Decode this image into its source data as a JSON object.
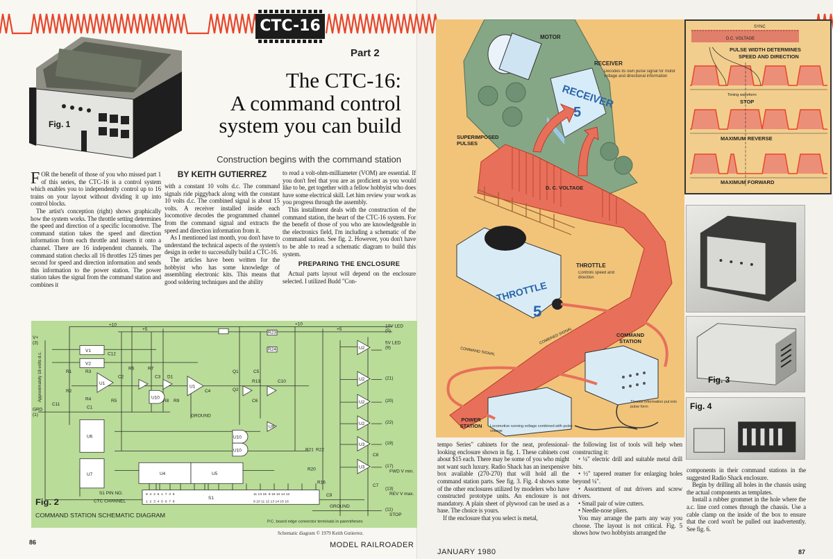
{
  "header": {
    "badge": "CTC-16",
    "part": "Part 2"
  },
  "title": {
    "line1": "The CTC-16:",
    "line2": "A command control",
    "line3": "system you can build"
  },
  "deck": "Construction begins with the command station",
  "fig1_label": "Fig. 1",
  "byline": "BY KEITH GUTIERREZ",
  "left_col1": {
    "dropcap": "F",
    "p1": "OR the benefit of those of you who missed part 1 of this series, the CTC-16 is a control system which enables you to independently control up to 16 trains on your layout without dividing it up into control blocks.",
    "p2": "The artist's conception (right) shows graphically how the system works. The throttle setting determines the speed and direction of a specific locomotive. The command station takes the speed and direction information from each throttle and inserts it onto a channel. There are 16 independent channels. The command station checks all 16 throttles 125 times per second for speed and direction information and sends this information to the power station. The power station takes the signal from the command station and combines it"
  },
  "left_col2": {
    "p1": "with a constant 10 volts d.c. The command signals ride piggyback along with the constant 10 volts d.c. The combined signal is about 15 volts. A receiver installed inside each locomotive decodes the programmed channel from the command signal and extracts the speed and direction information from it.",
    "p2": "As I mentioned last month, you don't have to understand the technical aspects of the system's design in order to successfully build a CTC-16.",
    "p3": "The articles have been written for the hobbyist who has some knowledge of assembling electronic kits. This means that good soldering techniques and the ability"
  },
  "left_col3": {
    "p1": "to read a volt-ohm-milliameter (VOM) are essential. If you don't feel that you are as proficient as you would like to be, get together with a fellow hobbyist who does have some electrical skill. Let him review your work as you progress through the assembly.",
    "p2": "This installment deals with the construction of the command station, the heart of the CTC-16 system. For the benefit of those of you who are knowledgeable in the electronics field, I'm including a schematic of the command station. See fig. 2. However, you don't have to be able to read a schematic diagram to build this system.",
    "heading": "PREPARING THE ENCLOSURE",
    "p3": "Actual parts layout will depend on the enclosure selected. I utilized Budd \"Con-"
  },
  "schematic": {
    "fig_label": "Fig. 2",
    "caption": "COMMAND STATION SCHEMATIC DIAGRAM",
    "note": "P.C. board edge connector terminals in parentheses",
    "vplus": "V+",
    "vplus_pin": "(3)",
    "grd": "GRD",
    "grd_pin": "(1)",
    "supply": "Approximately 18-volts d.c.",
    "plus10": "+10",
    "plus5": "+5",
    "ground": "GROUND",
    "parts": {
      "v1": "V1",
      "v2": "V2",
      "c12": "C12",
      "r1": "R1",
      "r2": "R2",
      "r3": "R3",
      "r4": "R4",
      "u1": "U1",
      "c1": "C1",
      "c11": "C11",
      "c2": "C2",
      "r5": "R5",
      "r6": "R6",
      "r7": "R7",
      "u10": "U10",
      "c3": "C3",
      "d1": "D1",
      "r8": "R8",
      "r9": "R9",
      "u6": "U6",
      "u7": "U7",
      "u4": "U4",
      "u5": "U5",
      "s1": "S1",
      "q1": "Q1",
      "q2": "Q2",
      "c4": "C4",
      "c5": "C5",
      "c6": "C6",
      "r13": "R13",
      "c10": "C10",
      "u9": "U9",
      "u2": "U2",
      "u3": "U3",
      "r23": "R23",
      "r24": "R24",
      "c8": "C8",
      "c7": "C7",
      "c9": "C9",
      "r20": "R20",
      "r16": "R16",
      "r21": "R21",
      "r22": "R22"
    },
    "outputs": [
      {
        "pin": "(5)",
        "label": "10V LED"
      },
      {
        "pin": "(9)",
        "label": "5V LED"
      },
      {
        "pin": "(21)",
        "label": ""
      },
      {
        "pin": "(20)",
        "label": ""
      },
      {
        "pin": "(22)",
        "label": ""
      },
      {
        "pin": "(19)",
        "label": ""
      },
      {
        "pin": "(17)",
        "label": "FWD V min."
      },
      {
        "pin": "(13)",
        "label": "REV V max."
      },
      {
        "pin": "(11)",
        "label": "STOP"
      }
    ],
    "s1_pin_label": "S1 PIN NO.",
    "ctc_channel_label": "CTC CHANNEL",
    "s1_pins_a": "8  4  2  6  1  7  3  5",
    "s1_pins_b": "11 13 15  9 16 10 14 12",
    "channels_a": "1  2  3  4  5  6  7  8",
    "channels_b": "9 10 11 12 13 14 15 16"
  },
  "schematic_credit": "Schematic diagram © 1979 Keith Gutierrez.",
  "left_footer": {
    "page": "86",
    "magazine": "MODEL RAILROADER"
  },
  "illustration": {
    "motor": "MOTOR",
    "receiver": "RECEIVER",
    "receiver_desc": "Decodes its own pulse signal for motor voltage and directional information",
    "receiver_box": "RECEIVER",
    "receiver_num": "5",
    "pulses": "SUPERIMPOSED PULSES",
    "dc_voltage": "D. C. VOLTAGE",
    "throttle": "THROTTLE",
    "throttle_desc": "Controls speed and direction",
    "throttle_box": "THROTTLE",
    "throttle_num": "5",
    "combined": "COMBINED SIGNAL",
    "command_signal": "COMMAND SIGNAL",
    "command_station": "COMMAND STATION",
    "command_desc": "Throttle information put into pulse form",
    "power_station": "POWER STATION",
    "power_desc": "Locomotive running voltage combined with pulse voltage"
  },
  "waveform": {
    "sync": "SYNC",
    "dc": "D.C. VOLTAGE",
    "title1": "PULSE WIDTH DETERMINES",
    "title2": "SPEED AND DIRECTION",
    "timing": "Timing waveform",
    "stop": "STOP",
    "reverse": "MAXIMUM REVERSE",
    "forward": "MAXIMUM FORWARD"
  },
  "fig3_label": "Fig. 3",
  "fig4_label": "Fig. 4",
  "right_col1": {
    "p1": "tempo Series\" cabinets for the neat, professional-looking enclosure shown in fig. 1. These cabinets cost about $15 each. There may be some of you who might not want such luxury. Radio Shack has an inexpensive box available (270-270) that will hold all the command station parts. See fig. 3. Fig. 4 shows some of the other enclosures utilized by modelers who have constructed prototype units. An enclosure is not mandatory. A plain sheet of plywood can be used as a base. The choice is yours.",
    "p2": "If the enclosure that you select is metal,"
  },
  "right_col2": {
    "p1": "the following list of tools will help when constructing it:",
    "bullets": [
      "• ¼\" electric drill and suitable metal drill bits.",
      "• ½\" tapered reamer for enlarging holes beyond ¼\".",
      "• Assortment of nut drivers and screw drivers.",
      "• Small pair of wire cutters.",
      "• Needle-nose pliers."
    ],
    "p2": "You may arrange the parts any way you choose. The layout is not critical. Fig. 5 shows how two hobbyists arranged the"
  },
  "right_col3": {
    "p1": "components in their command stations in the suggested Radio Shack enclosure.",
    "p2": "Begin by drilling all holes in the chassis using the actual components as templates.",
    "p3": "Install a rubber grommet in the hole where the a.c. line cord comes through the chassis. Use a cable clamp on the inside of the box to ensure that the cord won't be pulled out inadvertently. See fig. 6."
  },
  "right_footer": {
    "date": "JANUARY 1980",
    "page": "87"
  },
  "colors": {
    "accent_red": "#e8452a",
    "schematic_green": "#b9dc98",
    "illus_orange": "#f1c47a"
  }
}
